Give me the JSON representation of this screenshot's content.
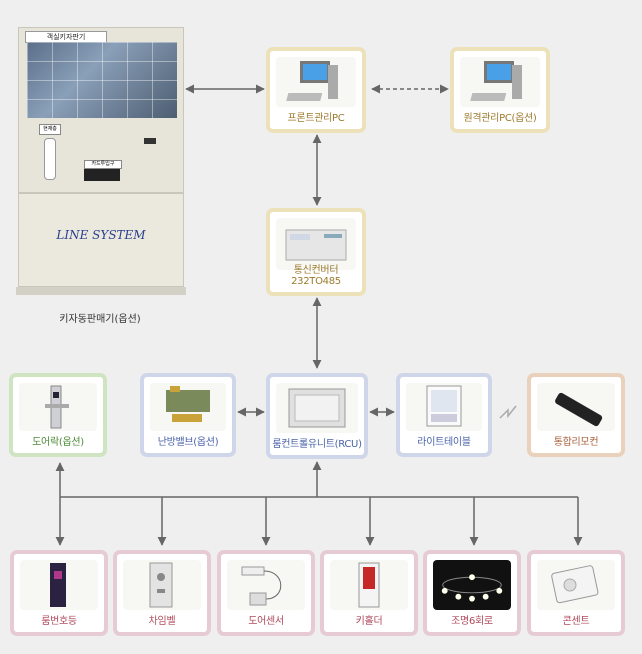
{
  "kiosk": {
    "title": "객실키자판기",
    "brand": "LINE SYSTEM",
    "caption": "키자동판매기(옵션)",
    "btn1": "현재층",
    "btn2": "카드투입구"
  },
  "nodes": {
    "front_pc": "프론트관리PC",
    "remote_pc": "원격관리PC(옵션)",
    "converter": "통신컨버터232TO485",
    "rcu": "룸컨트롤유니트(RCU)",
    "door_lock": "도어락(옵션)",
    "heating_valve": "난방밸브(옵션)",
    "light_table": "라이트테이블",
    "remote": "통합리모컨"
  },
  "bottom": [
    "룸번호등",
    "차임벨",
    "도어센서",
    "키홀더",
    "조명6회로",
    "콘센트"
  ],
  "colors": {
    "line": "#777777",
    "gold": "#ece1b8",
    "green": "#cfe4c0",
    "blue": "#cfd6ea",
    "orange": "#e9d1bc",
    "pink": "#e6cbd4"
  }
}
